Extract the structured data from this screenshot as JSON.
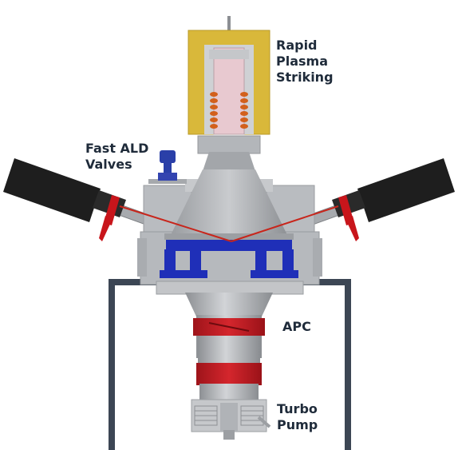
{
  "labels": {
    "rapid_plasma": [
      "Rapid",
      "Plasma",
      "Striking"
    ],
    "fast_ald": [
      "Fast ALD",
      "Valves"
    ],
    "apc": "APC",
    "turbo": [
      "Turbo",
      "Pump"
    ]
  },
  "colors": {
    "frame": "#3c4654",
    "chamber_gray": "#b9bcc0",
    "chamber_light": "#d4d6d9",
    "cone_dark": "#8f9296",
    "source_yellow": "#d9b83a",
    "source_tube": "#e8c9d0",
    "coil_orange": "#d2601c",
    "heater_blue": "#1f2fb8",
    "valve_body": "#1e1e1e",
    "valve_red": "#c8151b",
    "apc_red": "#c01a22",
    "valve_blue": "#2a3fa8",
    "beam_red": "#c8251b"
  }
}
